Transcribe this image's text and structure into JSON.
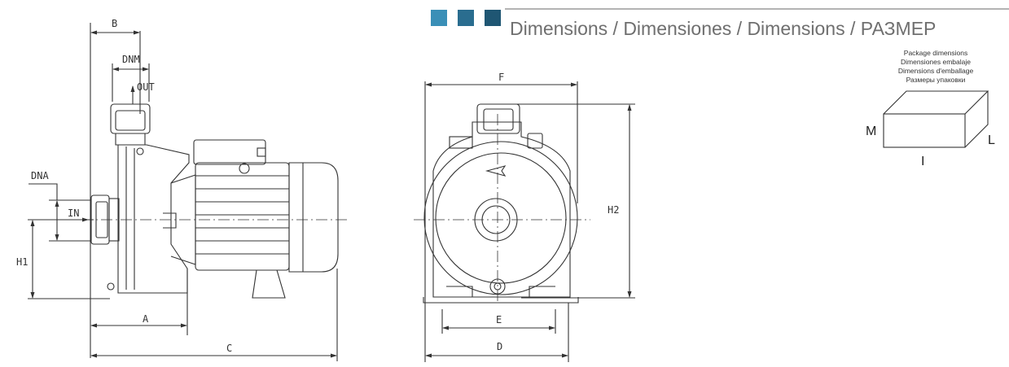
{
  "header": {
    "title": "Dimensions / Dimensiones / Dimensions / РАЗМЕР",
    "squares": [
      "#3a8fb7",
      "#2a6d8f",
      "#1f5673"
    ],
    "rule_color": "#9a9a9a"
  },
  "side_view": {
    "labels": {
      "b": "B",
      "dnm": "DNM",
      "out": "OUT",
      "dna": "DNA",
      "in": "IN",
      "h1": "H1",
      "a": "A",
      "c": "C"
    }
  },
  "front_view": {
    "labels": {
      "f": "F",
      "h2": "H2",
      "e": "E",
      "d": "D"
    }
  },
  "package": {
    "captions": [
      "Package dimensions",
      "Dimensiones embalaje",
      "Dimensions d'emballage",
      "Размеры упаковки"
    ],
    "labels": {
      "m": "M",
      "l": "L",
      "i": "I"
    }
  }
}
